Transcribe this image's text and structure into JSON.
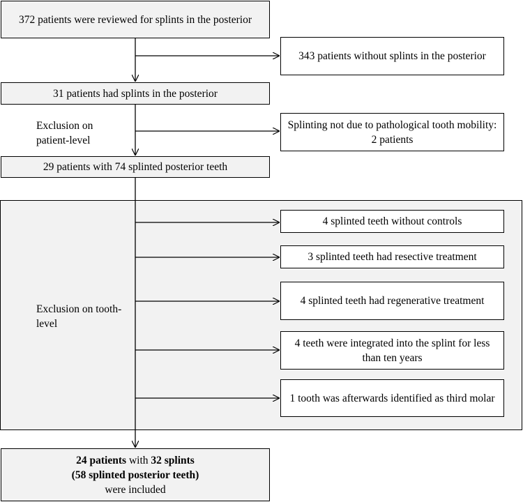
{
  "boxes": {
    "reviewed": "372 patients were reviewed for splints in the posterior",
    "without_splints": "343 patients without splints in the posterior",
    "had_splints": "31 patients had splints in the posterior",
    "not_pathological": "Splinting not due to pathological tooth mobility: 2 patients",
    "with_74": "29 patients with 74 splinted posterior teeth",
    "no_controls": "4 splinted teeth without controls",
    "resective": "3 splinted teeth had resective treatment",
    "regenerative": "4 splinted teeth had regenerative treatment",
    "integrated": "4 teeth were integrated into the splint for less than ten years",
    "third_molar": "1 tooth was afterwards  identified as third molar"
  },
  "labels": {
    "patient_level": "Exclusion on patient-level",
    "tooth_level": "Exclusion on tooth-level"
  },
  "final": {
    "line1_bold_a": "24 patients",
    "line1_normal": " with ",
    "line1_bold_b": "32 splints",
    "line2_bold": "(58 splinted posterior teeth)",
    "line3": "were included"
  }
}
